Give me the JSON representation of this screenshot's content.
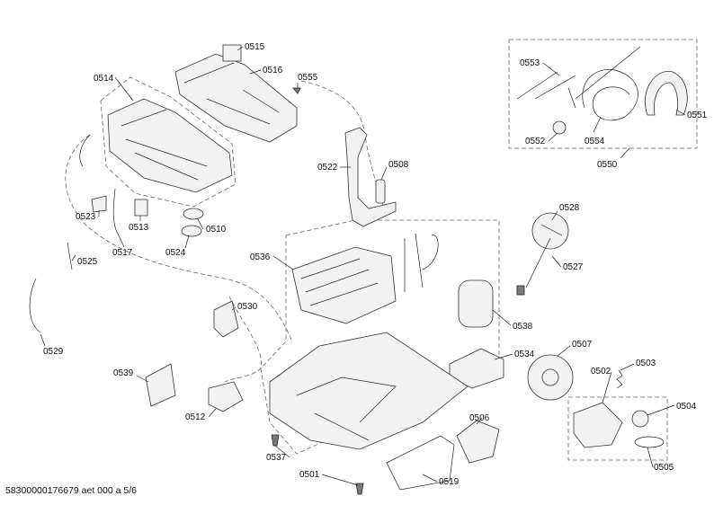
{
  "footer": {
    "doc_code": "58300000176679 aet 000 a 5/6"
  },
  "parts": [
    {
      "id": "p0514",
      "label": "0514"
    },
    {
      "id": "p0515",
      "label": "0515"
    },
    {
      "id": "p0516",
      "label": "0516"
    },
    {
      "id": "p0555",
      "label": "0555"
    },
    {
      "id": "p0553",
      "label": "0553"
    },
    {
      "id": "p0551",
      "label": "0551"
    },
    {
      "id": "p0552",
      "label": "0552"
    },
    {
      "id": "p0554",
      "label": "0554"
    },
    {
      "id": "p0550",
      "label": "0550"
    },
    {
      "id": "p0522",
      "label": "0522"
    },
    {
      "id": "p0508",
      "label": "0508"
    },
    {
      "id": "p0523",
      "label": "0523"
    },
    {
      "id": "p0513",
      "label": "0513"
    },
    {
      "id": "p0510",
      "label": "0510"
    },
    {
      "id": "p0524",
      "label": "0524"
    },
    {
      "id": "p0517",
      "label": "0517"
    },
    {
      "id": "p0525",
      "label": "0525"
    },
    {
      "id": "p0528",
      "label": "0528"
    },
    {
      "id": "p0527",
      "label": "0527"
    },
    {
      "id": "p0536",
      "label": "0536"
    },
    {
      "id": "p0530",
      "label": "0530"
    },
    {
      "id": "p0529",
      "label": "0529"
    },
    {
      "id": "p0538",
      "label": "0538"
    },
    {
      "id": "p0507",
      "label": "0507"
    },
    {
      "id": "p0534",
      "label": "0534"
    },
    {
      "id": "p0539",
      "label": "0539"
    },
    {
      "id": "p0502",
      "label": "0502"
    },
    {
      "id": "p0503",
      "label": "0503"
    },
    {
      "id": "p0504",
      "label": "0504"
    },
    {
      "id": "p0512",
      "label": "0512"
    },
    {
      "id": "p0506",
      "label": "0506"
    },
    {
      "id": "p0537",
      "label": "0537"
    },
    {
      "id": "p0505",
      "label": "0505"
    },
    {
      "id": "p0501",
      "label": "0501"
    },
    {
      "id": "p0519",
      "label": "0519"
    }
  ]
}
